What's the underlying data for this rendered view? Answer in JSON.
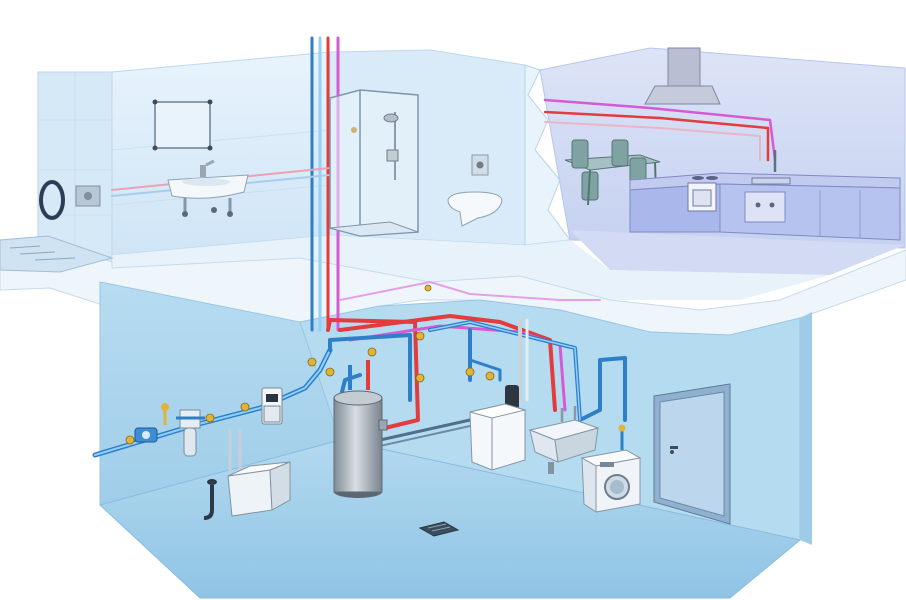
{
  "diagram": {
    "kind": "cutaway house plumbing illustration",
    "text_labels": [],
    "colors": {
      "background": "#ffffff",
      "wall_light": "#dfeefa",
      "wall_mid": "#c9e2f4",
      "basement_wall": "#a9d2ec",
      "basement_floor": "#9ccbe8",
      "slab": "#e6f2fb",
      "kitchen_wall": "#cfd9f3",
      "cold_pipe": "#2f7fc8",
      "hot_pipe": "#e23c3c",
      "circulation_pipe": "#d65ad6",
      "pipe_highlight": "#8fd0ff",
      "fixture_white": "#f4f8fb",
      "metal_grey": "#9aa6b1",
      "cabinet_blue": "#a9b7ea",
      "door": "#bcd6ee"
    },
    "components": [
      {
        "id": "riser-pipes",
        "icon": "pipe-riser-icon"
      },
      {
        "id": "garden-hose",
        "icon": "hose-reel-icon"
      },
      {
        "id": "balcony",
        "icon": "balcony-icon"
      },
      {
        "id": "mirror",
        "icon": "mirror-icon"
      },
      {
        "id": "wash-basin",
        "icon": "sink-icon"
      },
      {
        "id": "shower-cabin",
        "icon": "shower-icon"
      },
      {
        "id": "toilet",
        "icon": "toilet-icon"
      },
      {
        "id": "range-hood",
        "icon": "range-hood-icon"
      },
      {
        "id": "dining-set",
        "icon": "table-icon"
      },
      {
        "id": "kitchen-counter",
        "icon": "kitchen-icon"
      },
      {
        "id": "water-meter",
        "icon": "meter-icon"
      },
      {
        "id": "filter",
        "icon": "filter-icon"
      },
      {
        "id": "pump-unit",
        "icon": "pump-icon"
      },
      {
        "id": "controller",
        "icon": "controller-icon"
      },
      {
        "id": "hot-water-tank",
        "icon": "boiler-icon"
      },
      {
        "id": "heater-unit",
        "icon": "heater-icon"
      },
      {
        "id": "utility-sink",
        "icon": "sink-icon"
      },
      {
        "id": "washing-machine",
        "icon": "washing-machine-icon"
      },
      {
        "id": "floor-drain",
        "icon": "drain-icon"
      },
      {
        "id": "basement-door",
        "icon": "door-icon"
      }
    ]
  }
}
